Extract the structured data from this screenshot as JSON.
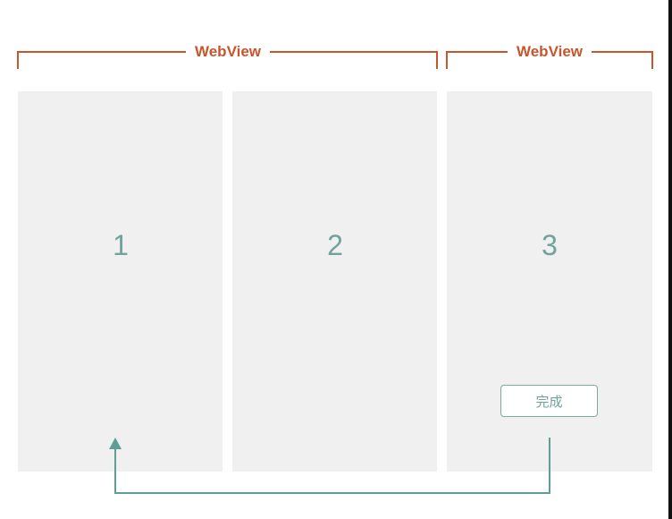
{
  "groups": [
    {
      "label": "WebView"
    },
    {
      "label": "WebView"
    }
  ],
  "panels": [
    {
      "label": "1"
    },
    {
      "label": "2"
    },
    {
      "label": "3"
    }
  ],
  "button": {
    "label": "完成"
  },
  "colors": {
    "bracket": "#c8552b",
    "teal": "#6fa39b",
    "panel": "#f0f0f1"
  }
}
